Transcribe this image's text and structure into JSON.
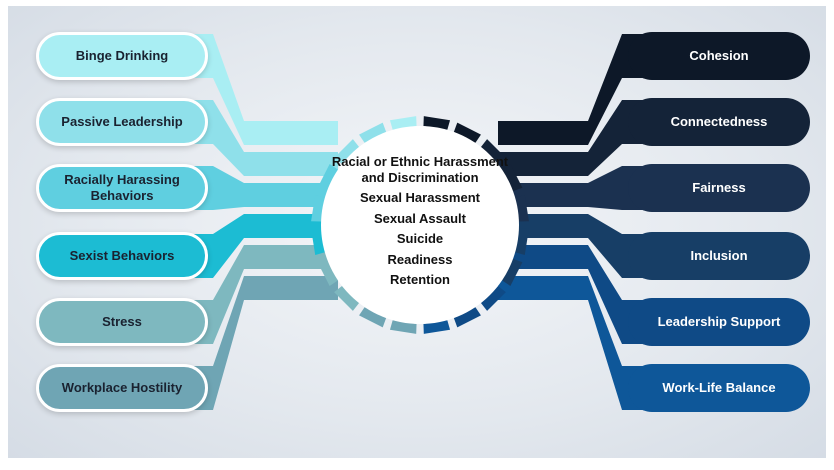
{
  "left_factors": [
    {
      "label": "Binge Drinking",
      "color": "#a9eef3"
    },
    {
      "label": "Passive Leadership",
      "color": "#8fe0ea"
    },
    {
      "label": "Racially Harassing Behaviors",
      "color": "#5fcfe0"
    },
    {
      "label": "Sexist Behaviors",
      "color": "#1cbcd3"
    },
    {
      "label": "Stress",
      "color": "#7eb8bf"
    },
    {
      "label": "Workplace Hostility",
      "color": "#6fa5b4"
    }
  ],
  "right_factors": [
    {
      "label": "Cohesion",
      "color": "#0d1828"
    },
    {
      "label": "Connectedness",
      "color": "#142338"
    },
    {
      "label": "Fairness",
      "color": "#1b3150"
    },
    {
      "label": "Inclusion",
      "color": "#173e66"
    },
    {
      "label": "Leadership Support",
      "color": "#0f4a86"
    },
    {
      "label": "Work-Life Balance",
      "color": "#0e5799"
    }
  ],
  "center_outcomes": [
    "Racial or Ethnic Harassment and Discrimination",
    "Sexual Harassment",
    "Sexual Assault",
    "Suicide",
    "Readiness",
    "Retention"
  ]
}
